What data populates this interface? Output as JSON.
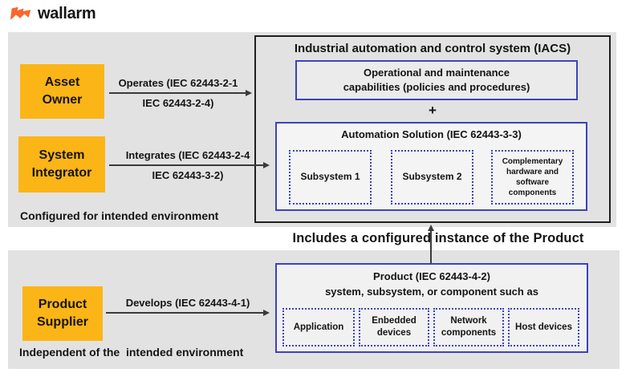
{
  "logo": {
    "text": "wallarm"
  },
  "colors": {
    "accent_yellow": "#FBB516",
    "accent_blue": "#3C43BB",
    "logo_orange": "#F9672E",
    "panel_gray": "#E3E2E2",
    "arrow_gray": "#3A3A3A"
  },
  "upper_panel": {
    "note": "Configured for intended environment",
    "asset_owner": {
      "line1": "Asset",
      "line2": "Owner"
    },
    "system_integrator": {
      "line1": "System",
      "line2": "Integrator"
    },
    "operates_arrow": {
      "label_top": "Operates (IEC 62443-2-1",
      "label_bottom": "IEC 62443-2-4)"
    },
    "integrates_arrow": {
      "label_top": "Integrates (IEC 62443-2-4",
      "label_bottom": "IEC 62443-3-2)"
    },
    "iacs": {
      "title": "Industrial automation and control system (IACS)",
      "plus": "+",
      "operational_box": {
        "line1": "Operational and maintenance",
        "line2": "capabilities (policies and procedures)"
      },
      "automation_solution": {
        "title": "Automation Solution (IEC 62443-3-3)",
        "subsystem1": "Subsystem 1",
        "subsystem2": "Subsystem 2",
        "complementary": "Complementary hardware and software components"
      }
    }
  },
  "middle": {
    "includes_label": "Includes a configured instance of the Product"
  },
  "lower_panel": {
    "note": "Independent of the  intended environment",
    "product_supplier": {
      "line1": "Product",
      "line2": "Supplier"
    },
    "develops_arrow": {
      "label": "Develops (IEC 62443-4-1)"
    },
    "product": {
      "title_line1": "Product (IEC 62443-4-2)",
      "title_line2": "system, subsystem, or component such as",
      "components": [
        "Application",
        "Enbedded devices",
        "Network components",
        "Host devices"
      ]
    }
  }
}
